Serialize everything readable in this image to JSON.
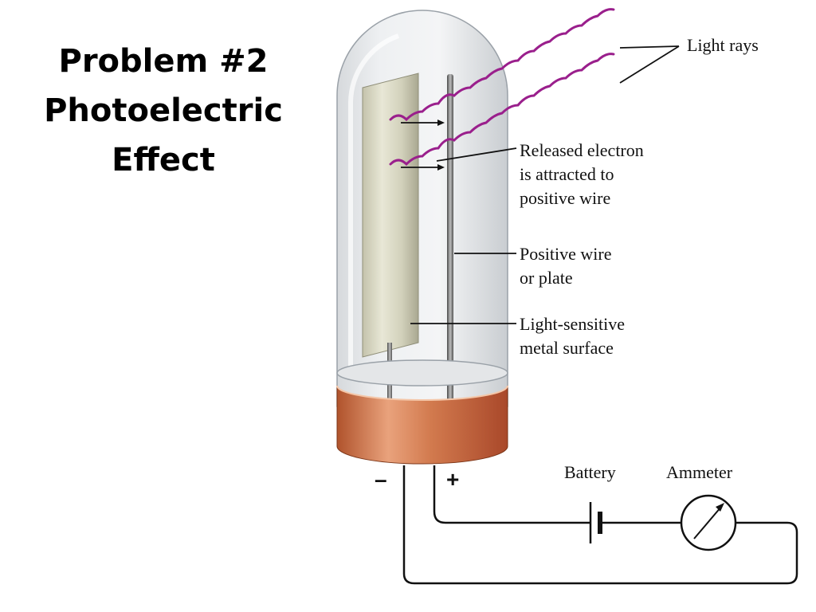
{
  "title": {
    "line1": "Problem #2",
    "line2": "Photoelectric",
    "line3": "Effect"
  },
  "labels": {
    "light_rays": "Light rays",
    "released_electron": [
      "Released electron",
      "is attracted to",
      "positive wire"
    ],
    "positive_wire": [
      "Positive wire",
      "or plate"
    ],
    "metal_surface": [
      "Light-sensitive",
      "metal surface"
    ],
    "battery": "Battery",
    "ammeter": "Ammeter",
    "negative_terminal": "–",
    "positive_terminal": "+"
  },
  "colors": {
    "light_ray": "#9a1f8c",
    "base": "#c8643a",
    "metal_surface": "#d9d8c4"
  }
}
